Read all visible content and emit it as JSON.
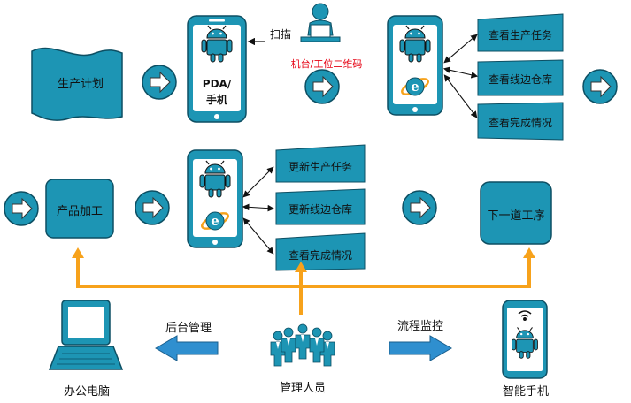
{
  "colors": {
    "teal": "#1d95b4",
    "teal_dark": "#0d4f63",
    "orange": "#f7a21b",
    "red_text": "#e60012",
    "arrow_blue": "#2f8fcf"
  },
  "icons": [
    "android-icon",
    "ie-browser-icon",
    "wifi-icon",
    "laptop-icon",
    "people-icon",
    "person-at-desk-icon",
    "right-arrow-icon"
  ],
  "row1": {
    "plan": "生产计划",
    "scan": "扫描",
    "qr_code": "机台/工位二维码",
    "pda_line1": "PDA/",
    "pda_line2": "手机",
    "tasks": [
      "查看生产任务",
      "查看线边仓库",
      "查看完成情况"
    ]
  },
  "row2": {
    "process": "产品加工",
    "tasks": [
      "更新生产任务",
      "更新线边仓库",
      "查看完成情况"
    ],
    "next": "下一道工序"
  },
  "bottom": {
    "backend": "后台管理",
    "monitor": "流程监控",
    "office_pc": "办公电脑",
    "managers": "管理人员",
    "smartphone": "智能手机"
  }
}
